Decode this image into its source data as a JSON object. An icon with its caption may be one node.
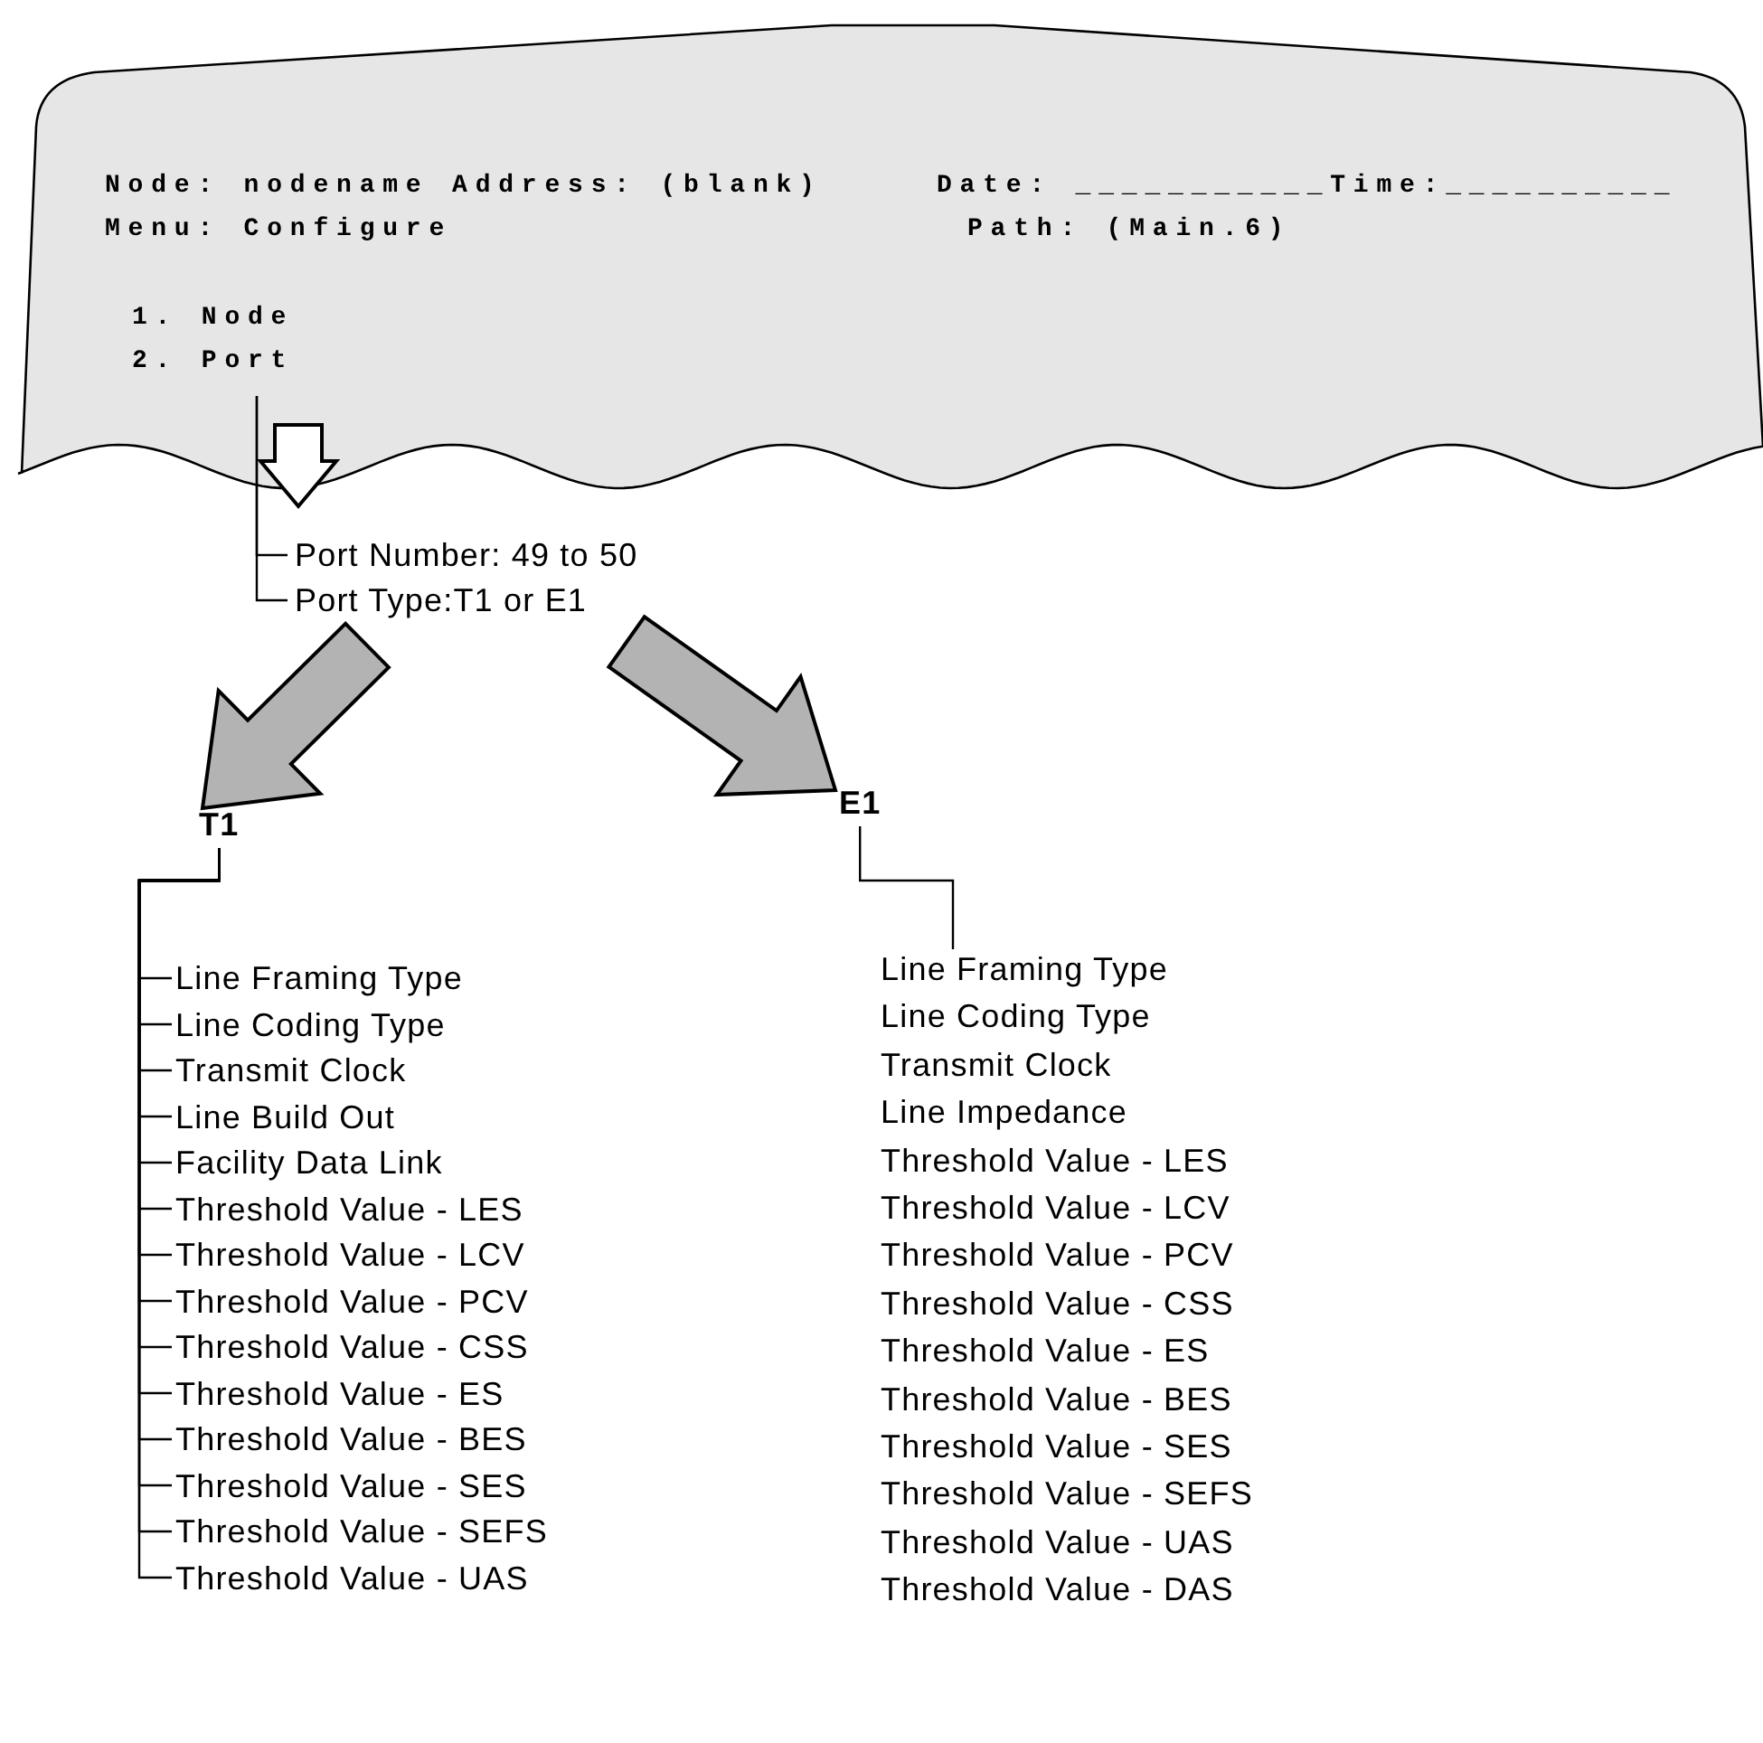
{
  "diagram": {
    "nodes": [
      {
        "text": [
          "Node: nodename Address: (blank)",
          "Date: ___________Time:__________",
          "Menu: Configure",
          "Path: (Main.6)"
        ]
      },
      {
        "text": [
          "1. Node"
        ],
        "in": 0
      },
      {
        "text": [
          "2. Port"
        ],
        "in": 0
      },
      {
        "text": [
          "Port Number: 49 to 50"
        ]
      },
      {
        "text": [
          "Port Type:T1 or E1"
        ]
      },
      {
        "text": [
          "T1"
        ]
      },
      {
        "text": [
          "E1"
        ]
      },
      {
        "text": [
          "Line Framing Type"
        ]
      },
      {
        "text": [
          "Line Coding Type"
        ]
      },
      {
        "text": [
          "Transmit Clock"
        ]
      },
      {
        "text": [
          "Line Build Out"
        ]
      },
      {
        "text": [
          "Facility Data Link"
        ]
      },
      {
        "text": [
          "Threshold Value - LES"
        ]
      },
      {
        "text": [
          "Threshold Value - LCV"
        ]
      },
      {
        "text": [
          "Threshold Value - PCV"
        ]
      },
      {
        "text": [
          "Threshold Value - CSS"
        ]
      },
      {
        "text": [
          "Threshold Value - ES"
        ]
      },
      {
        "text": [
          "Threshold Value - BES"
        ]
      },
      {
        "text": [
          "Threshold Value - SES"
        ]
      },
      {
        "text": [
          "Threshold Value - SEFS"
        ]
      },
      {
        "text": [
          "Threshold Value - UAS"
        ]
      },
      {
        "text": [
          "Line Framing Type"
        ]
      },
      {
        "text": [
          "Line Coding Type"
        ]
      },
      {
        "text": [
          "Transmit Clock"
        ]
      },
      {
        "text": [
          "Line Impedance"
        ]
      },
      {
        "text": [
          "Threshold Value - LES"
        ]
      },
      {
        "text": [
          "Threshold Value - LCV"
        ]
      },
      {
        "text": [
          "Threshold Value - PCV"
        ]
      },
      {
        "text": [
          "Threshold Value - CSS"
        ]
      },
      {
        "text": [
          "Threshold Value - ES"
        ]
      },
      {
        "text": [
          "Threshold Value - BES"
        ]
      },
      {
        "text": [
          "Threshold Value - SES"
        ]
      },
      {
        "text": [
          "Threshold Value - SEFS"
        ]
      },
      {
        "text": [
          "Threshold Value - UAS"
        ]
      },
      {
        "text": [
          "Threshold Value - DAS"
        ]
      }
    ],
    "edges": [
      {
        "from": 2,
        "to": 3,
        "arrow": "none"
      },
      {
        "from": 2,
        "to": 4,
        "arrow": "none"
      },
      {
        "from": 4,
        "to": 5,
        "arrow": "to",
        "style": "thick"
      },
      {
        "from": 4,
        "to": 6,
        "arrow": "to",
        "style": "thick"
      },
      {
        "from": 5,
        "to": 7,
        "arrow": "none"
      },
      {
        "from": 5,
        "to": 8,
        "arrow": "none"
      },
      {
        "from": 5,
        "to": 9,
        "arrow": "none"
      },
      {
        "from": 5,
        "to": 10,
        "arrow": "none"
      },
      {
        "from": 5,
        "to": 11,
        "arrow": "none"
      },
      {
        "from": 5,
        "to": 12,
        "arrow": "none"
      },
      {
        "from": 5,
        "to": 13,
        "arrow": "none"
      },
      {
        "from": 5,
        "to": 14,
        "arrow": "none"
      },
      {
        "from": 5,
        "to": 15,
        "arrow": "none"
      },
      {
        "from": 5,
        "to": 16,
        "arrow": "none"
      },
      {
        "from": 5,
        "to": 17,
        "arrow": "none"
      },
      {
        "from": 5,
        "to": 18,
        "arrow": "none"
      },
      {
        "from": 5,
        "to": 19,
        "arrow": "none"
      },
      {
        "from": 5,
        "to": 20,
        "arrow": "none"
      },
      {
        "from": 6,
        "to": 21,
        "arrow": "none"
      }
    ]
  }
}
